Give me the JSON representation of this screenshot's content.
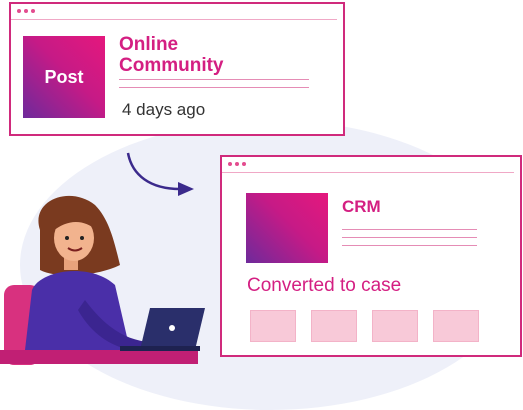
{
  "post_window": {
    "tile_label": "Post",
    "title_line1": "Online",
    "title_line2": "Community",
    "time_ago": "4 days ago"
  },
  "crm_window": {
    "title": "CRM",
    "status": "Converted to case"
  },
  "colors": {
    "accent": "#d41f82",
    "tile_gradient_start": "#e5187d",
    "tile_gradient_end": "#6e2a9b",
    "box_fill": "#f8c9d8",
    "background_blob": "#eef0f9",
    "arrow": "#3b2a8c"
  },
  "icons": [
    "arrow-icon",
    "laptop-icon"
  ]
}
